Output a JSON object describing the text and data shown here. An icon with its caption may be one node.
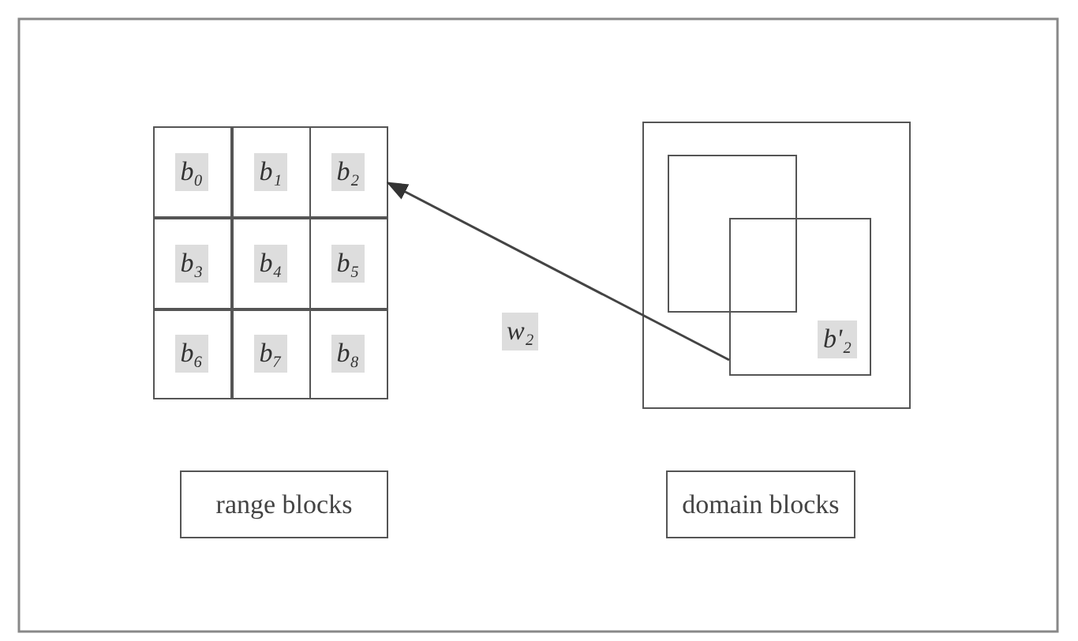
{
  "diagram": {
    "nodes": [
      {
        "text": [],
        "shape": "box"
      },
      {
        "text": [
          "b₀"
        ],
        "in": 0
      },
      {
        "text": [
          "b₁"
        ],
        "in": 0
      },
      {
        "text": [
          "b₂"
        ],
        "in": 0
      },
      {
        "text": [
          "b₃"
        ],
        "in": 0
      },
      {
        "text": [
          "b₄"
        ],
        "in": 0
      },
      {
        "text": [
          "b₅"
        ],
        "in": 0
      },
      {
        "text": [
          "b₆"
        ],
        "in": 0
      },
      {
        "text": [
          "b₇"
        ],
        "in": 0
      },
      {
        "text": [
          "b₈"
        ],
        "in": 0
      },
      {
        "text": [],
        "shape": "box"
      },
      {
        "text": [],
        "shape": "box",
        "in": 10
      },
      {
        "text": [
          "b'₂"
        ],
        "in": 10
      },
      {
        "text": [
          "range blocks"
        ]
      },
      {
        "text": [
          "domain blocks"
        ]
      }
    ],
    "edges": [
      {
        "from": 12,
        "to": 3,
        "arrow": "to"
      }
    ],
    "labels": [
      "w₂"
    ]
  }
}
